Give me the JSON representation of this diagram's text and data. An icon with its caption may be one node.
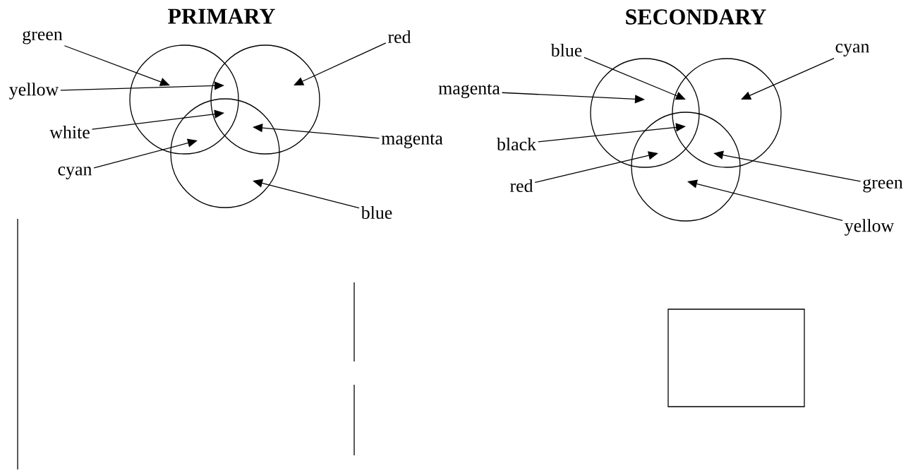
{
  "diagram": {
    "nodes": [
      {
        "text": [
          "green"
        ]
      },
      {
        "text": [
          "yellow"
        ]
      },
      {
        "text": [
          "white"
        ]
      },
      {
        "text": [
          "cyan"
        ]
      },
      {
        "text": [
          "red"
        ]
      },
      {
        "text": [
          "magenta"
        ]
      },
      {
        "text": [
          "blue"
        ]
      },
      {
        "text": [
          "blue"
        ]
      },
      {
        "text": [
          "magenta"
        ]
      },
      {
        "text": [
          "black"
        ]
      },
      {
        "text": [
          "red"
        ]
      },
      {
        "text": [
          "cyan"
        ]
      },
      {
        "text": [
          "green"
        ]
      },
      {
        "text": [
          "yellow"
        ]
      },
      {
        "text": [],
        "shape": "circle"
      },
      {
        "text": [],
        "shape": "circle"
      },
      {
        "text": [],
        "shape": "circle"
      },
      {
        "text": [],
        "shape": "circle"
      },
      {
        "text": [],
        "shape": "circle"
      },
      {
        "text": [],
        "shape": "circle"
      },
      {
        "text": [],
        "shape": "box"
      }
    ],
    "edges": [
      {
        "from": 0,
        "to": 14,
        "arrow": "to"
      },
      {
        "from": 1,
        "to": 15,
        "arrow": "to"
      },
      {
        "from": 2,
        "to": 16,
        "arrow": "to"
      },
      {
        "from": 3,
        "to": 16,
        "arrow": "to"
      },
      {
        "from": 4,
        "to": 15,
        "arrow": "to"
      },
      {
        "from": 5,
        "to": 15,
        "arrow": "to"
      },
      {
        "from": 6,
        "to": 16,
        "arrow": "to"
      },
      {
        "from": 7,
        "to": 18,
        "arrow": "to"
      },
      {
        "from": 8,
        "to": 17,
        "arrow": "to"
      },
      {
        "from": 9,
        "to": 19,
        "arrow": "to"
      },
      {
        "from": 10,
        "to": 19,
        "arrow": "to"
      },
      {
        "from": 11,
        "to": 18,
        "arrow": "to"
      },
      {
        "from": 12,
        "to": 19,
        "arrow": "to"
      },
      {
        "from": 13,
        "to": 19,
        "arrow": "to"
      }
    ],
    "labels": [
      "PRIMARY",
      "SECONDARY"
    ]
  }
}
